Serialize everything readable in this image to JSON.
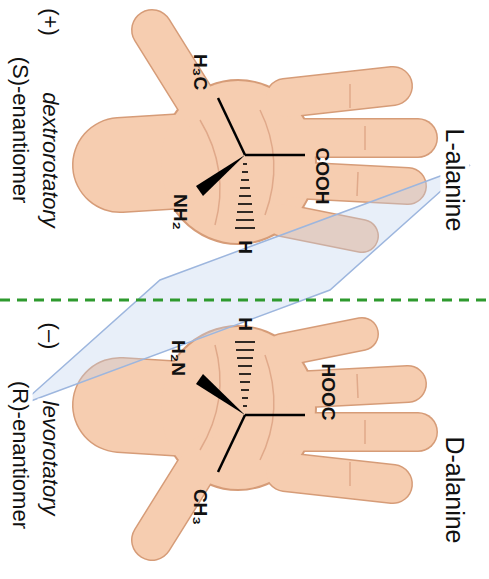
{
  "diagram": {
    "labels": [
      "L-alanine",
      "H₃C",
      "COOH",
      "NH₂",
      "H",
      "(+)",
      "dextrorotatory",
      "(S)-enantiomer",
      "D-alanine",
      "HOOC",
      "H",
      "H₂N",
      "CH₃",
      "(–)",
      "levorotatory",
      "(R)-enantiomer"
    ]
  }
}
